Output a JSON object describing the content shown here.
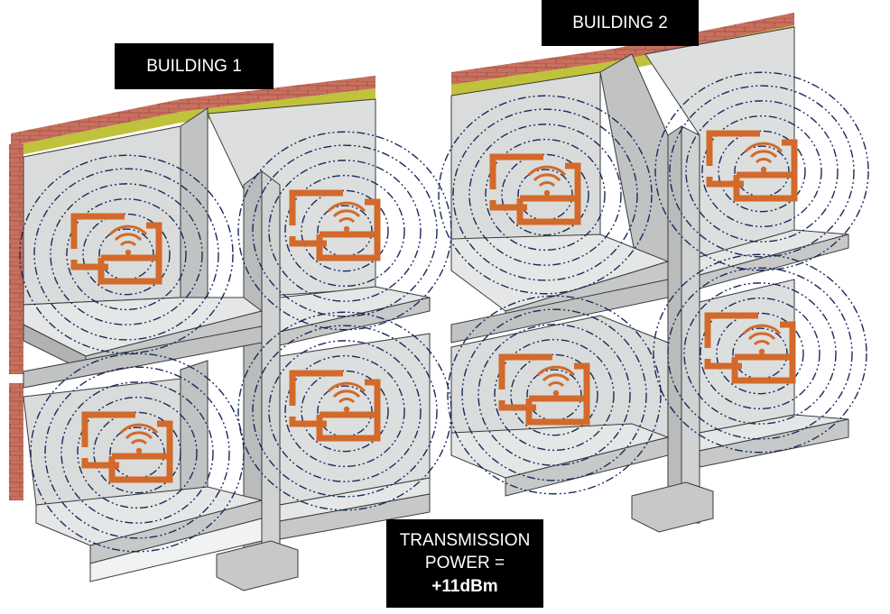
{
  "labels": {
    "building1": "BUILDING 1",
    "building2": "BUILDING 2",
    "tx_line1": "TRANSMISSION",
    "tx_line2": "POWER =",
    "tx_value": "+11dBm"
  },
  "colors": {
    "device": "#d3692a",
    "signal_ring": "#1b2a5c",
    "brick": "#c8705e",
    "insulation": "#bfc23a",
    "wall": "#d9dcdb",
    "concrete": "#c7c9c8",
    "slab_light": "#e5e7e6",
    "outline": "#3a3a3a"
  },
  "devices": [
    {
      "building": "building-1",
      "room": "lower-left-upper"
    },
    {
      "building": "building-1",
      "room": "lower-right-upper"
    },
    {
      "building": "building-1",
      "room": "lower-left-ground"
    },
    {
      "building": "building-1",
      "room": "lower-right-ground"
    },
    {
      "building": "building-2",
      "room": "left-upper"
    },
    {
      "building": "building-2",
      "room": "right-upper"
    },
    {
      "building": "building-2",
      "room": "left-ground"
    },
    {
      "building": "building-2",
      "room": "right-ground"
    }
  ],
  "icons": {
    "device": "wifi-gateway-icon",
    "signal": "signal-range-rings"
  }
}
